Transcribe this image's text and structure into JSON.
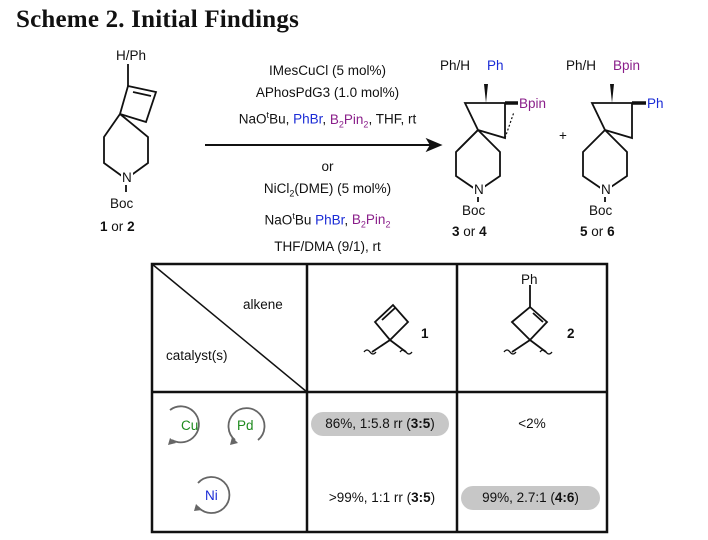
{
  "title": "Scheme 2. Initial Findings",
  "start_material": {
    "substituent": "H/Ph",
    "n_label": "N",
    "protecting_group": "Boc",
    "compound_bold_a": "1",
    "compound_join": "or",
    "compound_bold_b": "2"
  },
  "conditions_a": {
    "line1": "IMesCuCl (5 mol%)",
    "line2": "APhosPdG3 (1.0 mol%)",
    "line3_base": "NaO",
    "line3_sup": "t",
    "line3_base2": "Bu, ",
    "line3_phbr": "PhBr",
    "line3_sep": ", ",
    "line3_b2pin2": "B",
    "line3_b2pin2_sub": "2",
    "line3_pin": "Pin",
    "line3_pin_sub": "2",
    "line3_rest": ", THF, rt"
  },
  "conditions_or": "or",
  "conditions_b": {
    "line1_a": "NiCl",
    "line1_sub": "2",
    "line1_b": "(DME) (5 mol%)",
    "line2_base": "NaO",
    "line2_sup": "t",
    "line2_base2": "Bu ",
    "line2_phbr": "PhBr",
    "line2_sep": ", ",
    "line2_b": "B",
    "line2_b_sub": "2",
    "line2_pin": "Pin",
    "line2_pin_sub": "2",
    "line3": "THF/DMA (9/1), rt"
  },
  "product_34": {
    "top_left": "Ph/H",
    "top_right": "Ph",
    "right": "Bpin",
    "n_label": "N",
    "protecting_group": "Boc",
    "compound_bold_a": "3",
    "compound_join": "or",
    "compound_bold_b": "4"
  },
  "plus": "+",
  "product_56": {
    "top_left": "Ph/H",
    "top_right": "Bpin",
    "right": "Ph",
    "n_label": "N",
    "protecting_group": "Boc",
    "compound_bold_a": "5",
    "compound_join": "or",
    "compound_bold_b": "6"
  },
  "table": {
    "header_alkene": "alkene",
    "header_catalyst": "catalyst(s)",
    "col1_label": "1",
    "col2_label": "2",
    "col2_substituent": "Ph",
    "row1_catalysts": [
      "Cu",
      "Pd"
    ],
    "row2_catalyst": "Ni",
    "cell_r1c1": {
      "text": "86%, 1:5.8 rr (",
      "bold": "3:5",
      "close": ")"
    },
    "cell_r1c2": {
      "text": "<2%"
    },
    "cell_r2c1": {
      "text": ">99%, 1:1 rr (",
      "bold": "3:5",
      "close": ")"
    },
    "cell_r2c2": {
      "text": "99%, 2.7:1 (",
      "bold": "4:6",
      "close": ")"
    }
  }
}
